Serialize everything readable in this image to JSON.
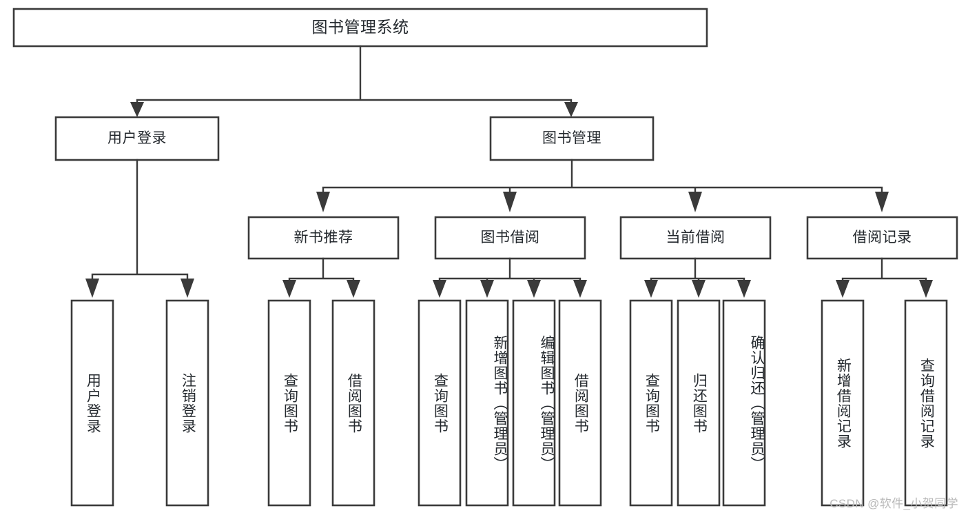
{
  "diagram": {
    "type": "tree-hierarchy-chart",
    "title": "图书管理系统",
    "watermark": "CSDN @软件_小贺同学",
    "colors": {
      "box_stroke": "#3a3a3a",
      "box_fill": "#ffffff",
      "connector": "#3a3a3a",
      "text": "#24292e",
      "background": "#ffffff",
      "watermark": "#b9b9b9"
    },
    "nodes": {
      "root": {
        "label": "图书管理系统"
      },
      "level2": [
        {
          "label": "用户登录"
        },
        {
          "label": "图书管理"
        }
      ],
      "level3": [
        {
          "label": "新书推荐"
        },
        {
          "label": "图书借阅"
        },
        {
          "label": "当前借阅"
        },
        {
          "label": "借阅记录"
        }
      ],
      "leaves": {
        "user_login": [
          {
            "label": "用户登录"
          },
          {
            "label": "注销登录"
          }
        ],
        "new_book_recommend": [
          {
            "label": "查询图书"
          },
          {
            "label": "借阅图书"
          }
        ],
        "book_borrow": [
          {
            "label": "查询图书"
          },
          {
            "label": "新增图书（管理员）"
          },
          {
            "label": "编辑图书（管理员）"
          },
          {
            "label": "借阅图书"
          }
        ],
        "current_borrow": [
          {
            "label": "查询图书"
          },
          {
            "label": "归还图书"
          },
          {
            "label": "确认归还（管理员）"
          }
        ],
        "borrow_record": [
          {
            "label": "新增借阅记录"
          },
          {
            "label": "查询借阅记录"
          }
        ]
      }
    }
  }
}
